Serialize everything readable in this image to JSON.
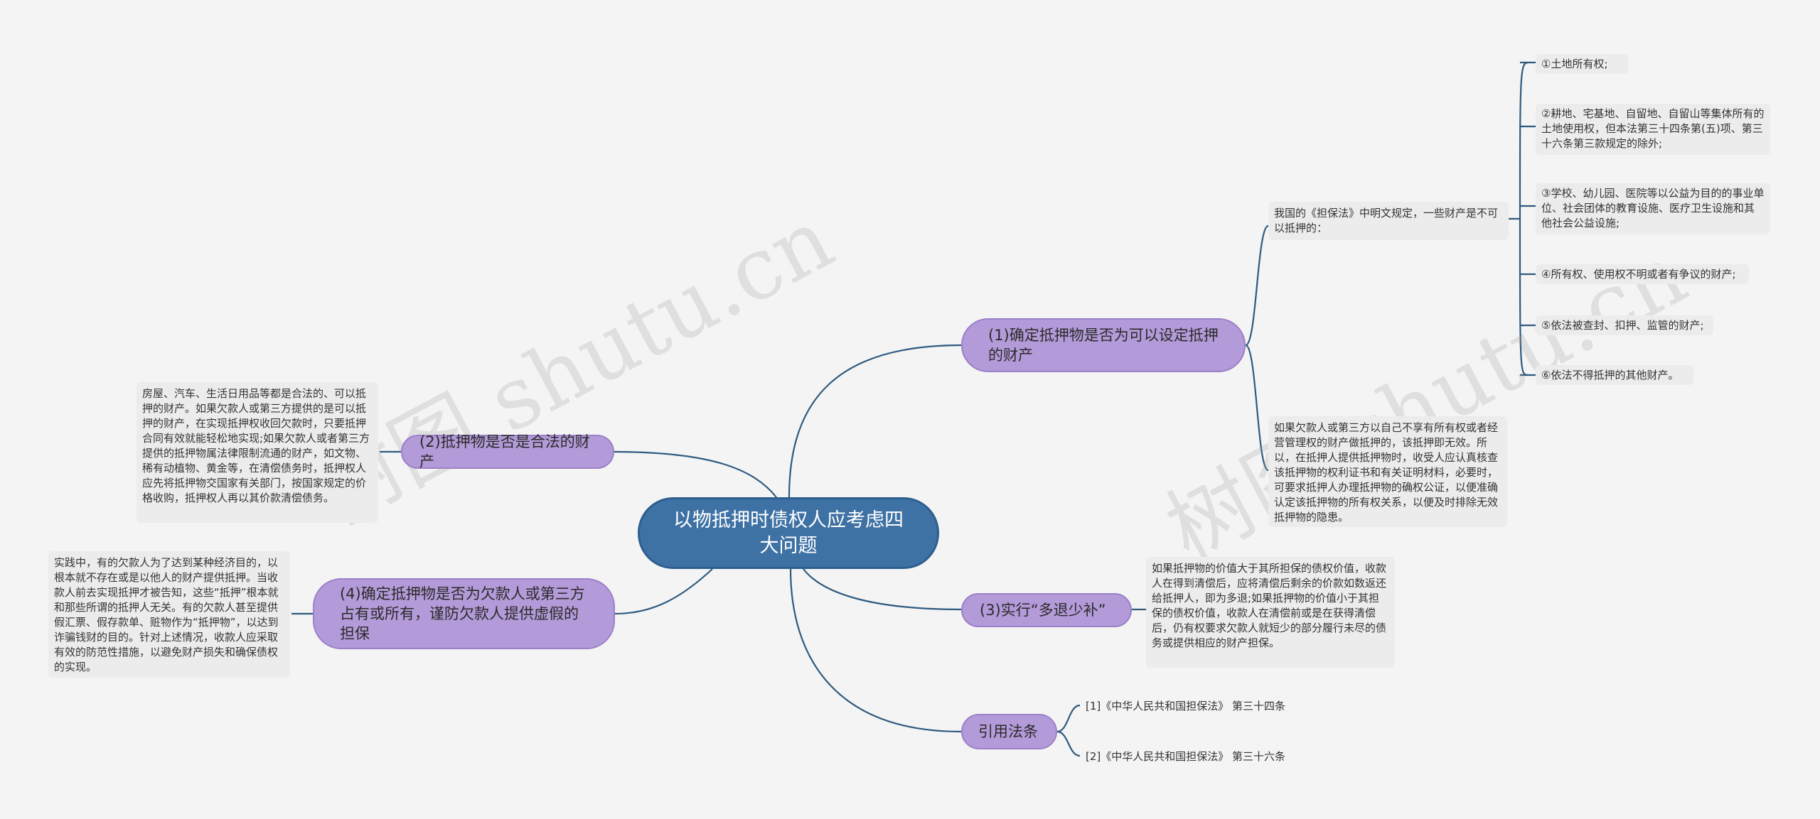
{
  "central": "以物抵押时债权人应考虑四大问题",
  "branches": [
    {
      "label": "(1)确定抵押物是否为可以设定抵押的财产",
      "children": [
        {
          "text": "我国的《担保法》中明文规定，一些财产是不可以抵押的：",
          "items": [
            "①土地所有权;",
            "②耕地、宅基地、自留地、自留山等集体所有的土地使用权，但本法第三十四条第(五)项、第三十六条第三款规定的除外;",
            "③学校、幼儿园、医院等以公益为目的的事业单位、社会团体的教育设施、医疗卫生设施和其他社会公益设施;",
            "④所有权、使用权不明或者有争议的财产;",
            "⑤依法被查封、扣押、监管的财产;",
            "⑥依法不得抵押的其他财产。"
          ]
        },
        {
          "text": "如果欠款人或第三方以自己不享有所有权或者经营管理权的财产做抵押的，该抵押即无效。所以，在抵押人提供抵押物时，收受人应认真核查该抵押物的权利证书和有关证明材料，必要时，可要求抵押人办理抵押物的确权公证，以便准确认定该抵押物的所有权关系，以便及时排除无效抵押物的隐患。"
        }
      ]
    },
    {
      "label": "(2)抵押物是否是合法的财产",
      "detail": "房屋、汽车、生活日用品等都是合法的、可以抵押的财产。如果欠款人或第三方提供的是可以抵押的财产，在实现抵押权收回欠款时，只要抵押合同有效就能轻松地实现;如果欠款人或者第三方提供的抵押物属法律限制流通的财产，如文物、稀有动植物、黄金等，在清偿债务时，抵押权人应先将抵押物交国家有关部门，按国家规定的价格收购，抵押权人再以其价款清偿债务。"
    },
    {
      "label": "(3)实行“多退少补”",
      "detail": "如果抵押物的价值大于其所担保的债权价值，收款人在得到清偿后，应将清偿后剩余的价款如数返还给抵押人，即为多退;如果抵押物的价值小于其担保的债权价值，收款人在清偿前或是在获得清偿后，仍有权要求欠款人就短少的部分履行未尽的债务或提供相应的财产担保。"
    },
    {
      "label": "(4)确定抵押物是否为欠款人或第三方占有或所有，谨防欠款人提供虚假的担保",
      "detail": "实践中，有的欠款人为了达到某种经济目的，以根本就不存在或是以他人的财产提供抵押。当收款人前去实现抵押才被告知，这些“抵押”根本就和那些所谓的抵押人无关。有的欠款人甚至提供假汇票、假存款单、赃物作为“抵押物”，以达到诈骗钱财的目的。针对上述情况，收款人应采取有效的防范性措施，以避免财产损失和确保债权的实现。"
    },
    {
      "label": "引用法条",
      "refs": [
        "[1]《中华人民共和国担保法》 第三十四条",
        "[2]《中华人民共和国担保法》 第三十六条"
      ]
    }
  ],
  "watermarks": [
    "树图 shutu.cn",
    "树图 shutu.cn"
  ],
  "colors": {
    "line": "#2e5a7e",
    "root_fill": "#3f72a4",
    "branch_fill": "#b39ad8",
    "leaf_fill": "#ececec",
    "background": "#f4f4f4"
  }
}
